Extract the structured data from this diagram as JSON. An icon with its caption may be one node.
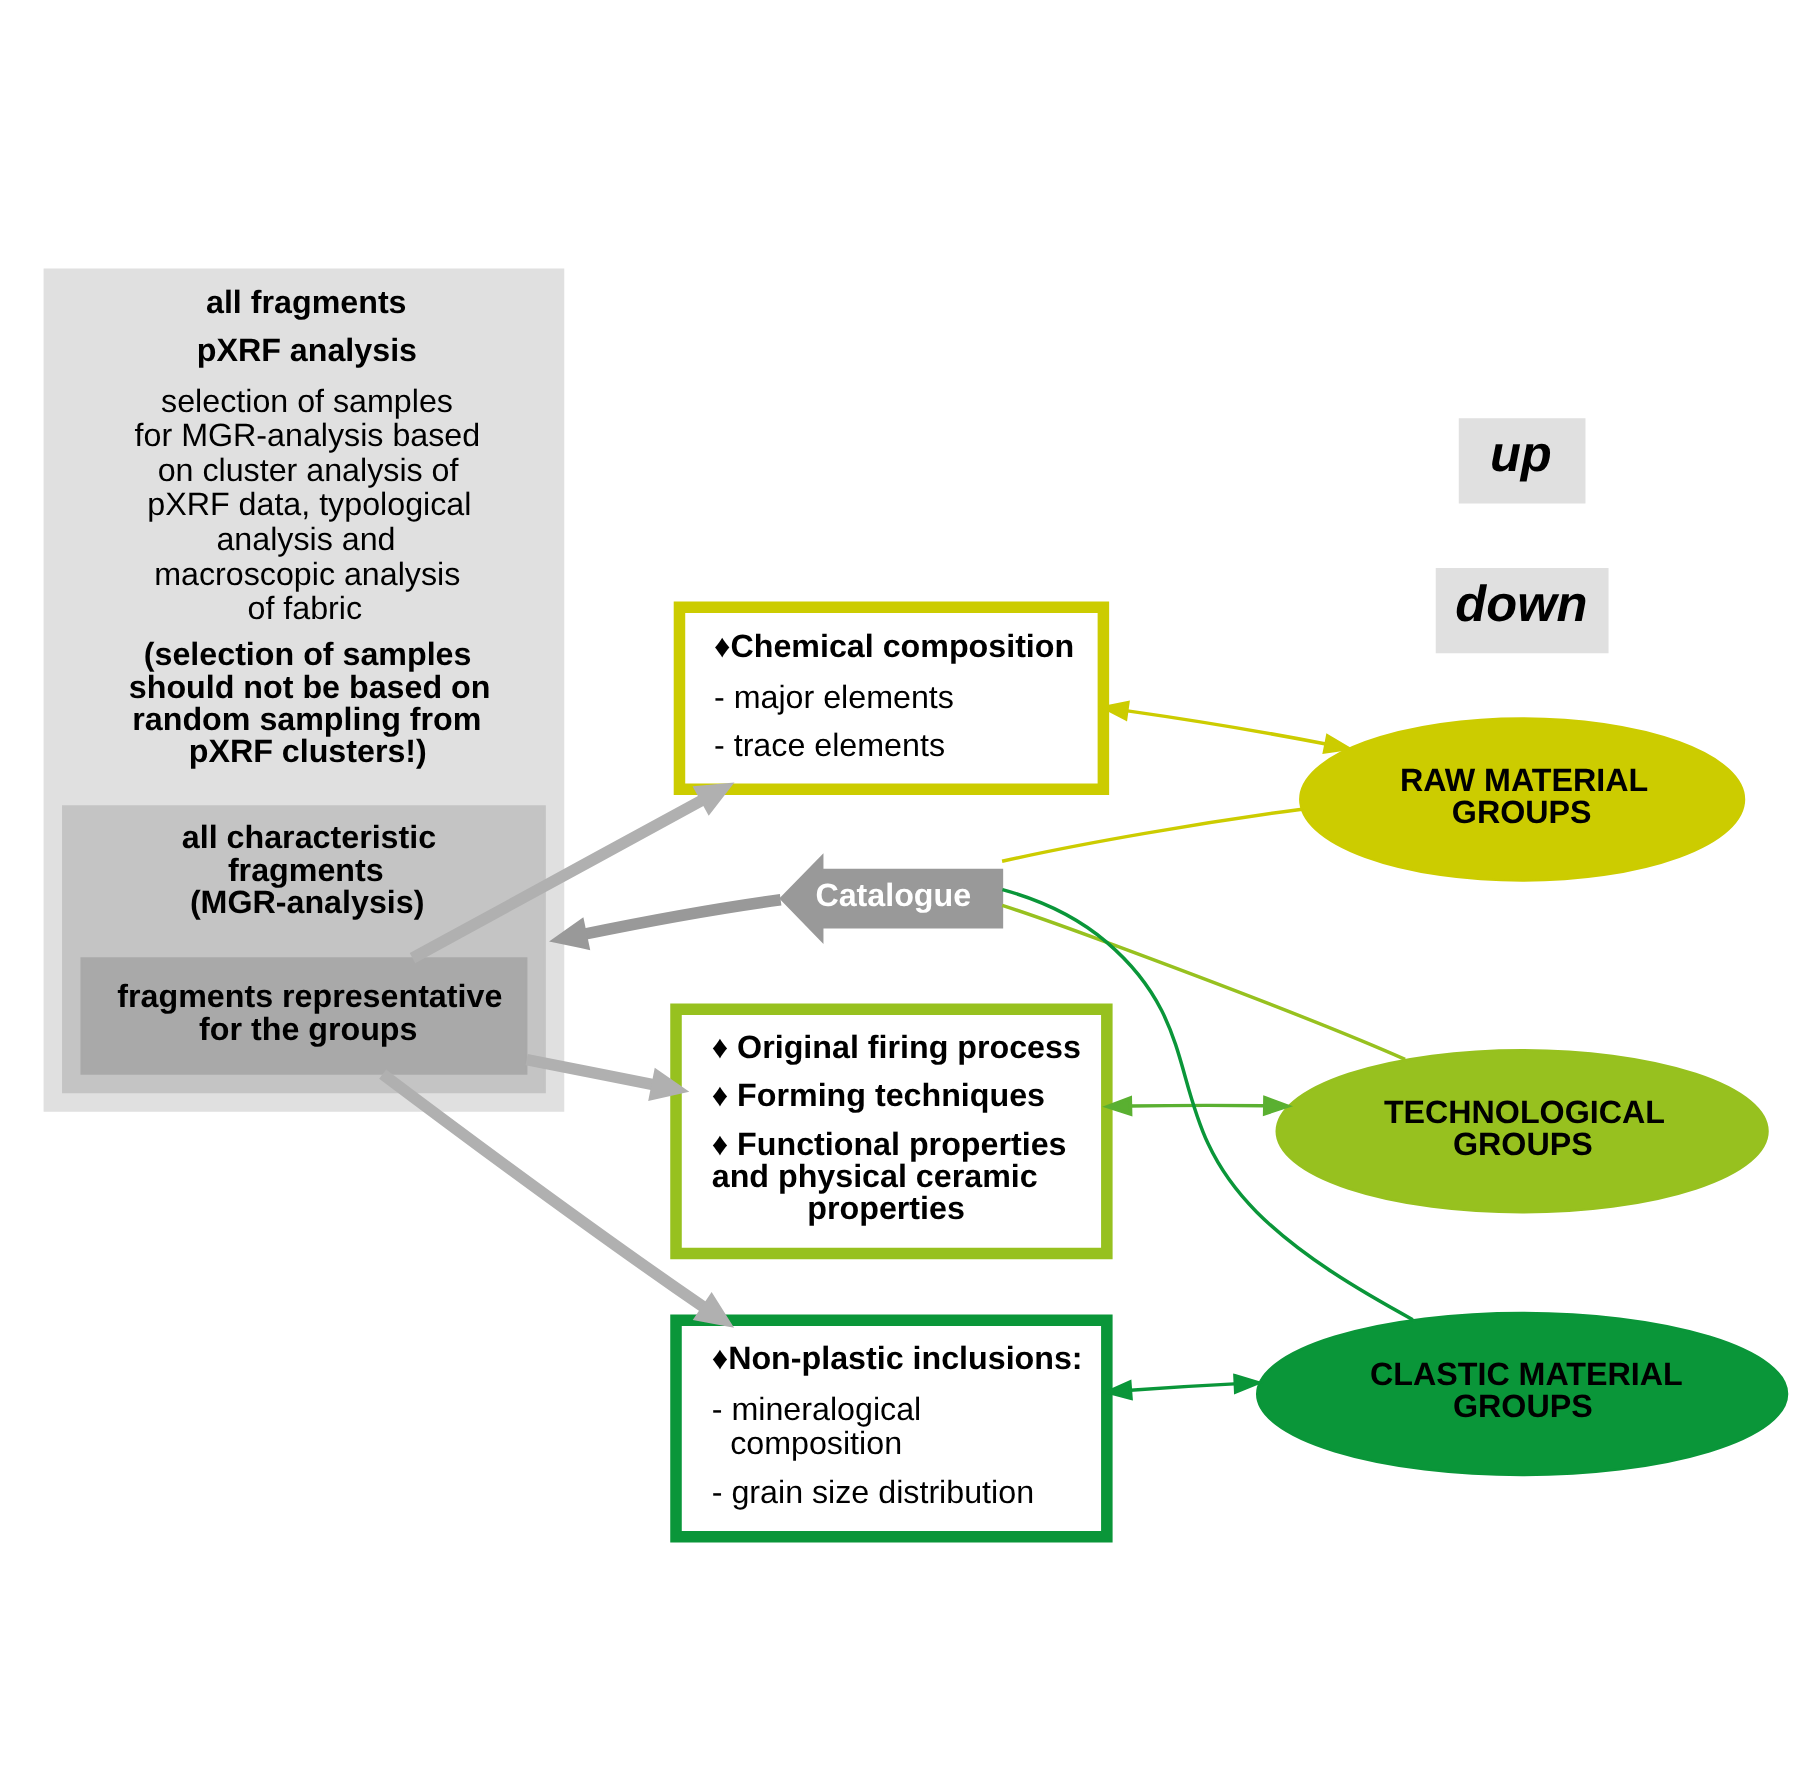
{
  "diagram": {
    "nodes": [
      {
        "text": [
          "all fragments",
          "pXRF analysis",
          "selection of samples for MGR-analysis based on cluster analysis of pXRF data, typological analysis and macroscopic analysis of fabric",
          "(selection of samples should not be based on random sampling from pXRF clusters!)"
        ]
      },
      {
        "text": [
          "all characteristic fragments (MGR-analysis)"
        ],
        "in": 0
      },
      {
        "text": [
          "fragments representative for the groups"
        ],
        "in": 1
      },
      {
        "text": [
          "♦Chemical composition",
          "- major elements",
          "- trace elements"
        ]
      },
      {
        "text": [
          "♦Non-plastic inclusions:",
          "- mineralogical composition",
          "- grain size distribution"
        ]
      },
      {
        "text": [
          "♦ Original firing process",
          "♦ Forming techniques",
          "♦ Functional properties and physical ceramic properties"
        ]
      },
      {
        "text": [
          "TECHNOLOGICAL GROUPS"
        ]
      },
      {
        "text": [
          "CLASTIC MATERIAL GROUPS"
        ]
      },
      {
        "text": [
          "RAW MATERIAL GROUPS"
        ]
      },
      {
        "text": [
          "Catalogue"
        ]
      }
    ],
    "edges": [
      {
        "from": 9,
        "to": 0,
        "arrow": "to",
        "style": "thick",
        "color": "#999999"
      },
      {
        "from": 6,
        "to": 9,
        "arrow": "none",
        "color": "#97c11f"
      },
      {
        "from": 7,
        "to": 9,
        "arrow": "none",
        "color": "#0a9639"
      },
      {
        "from": 8,
        "to": 9,
        "arrow": "none",
        "color": "#cccc00"
      },
      {
        "from": 2,
        "to": 3,
        "arrow": "to",
        "style": "thick"
      },
      {
        "from": 2,
        "to": 4,
        "arrow": "to",
        "style": "thick"
      },
      {
        "from": 2,
        "to": 5,
        "arrow": "to",
        "style": "thick"
      },
      {
        "from": 8,
        "to": 3,
        "arrow": "both",
        "color": "#cccc00"
      },
      {
        "from": 7,
        "to": 4,
        "arrow": "both",
        "color": "#0a9639"
      },
      {
        "from": 6,
        "to": 5,
        "arrow": "both",
        "color": "#5ab031"
      }
    ],
    "labels": [
      "down",
      "up"
    ]
  }
}
